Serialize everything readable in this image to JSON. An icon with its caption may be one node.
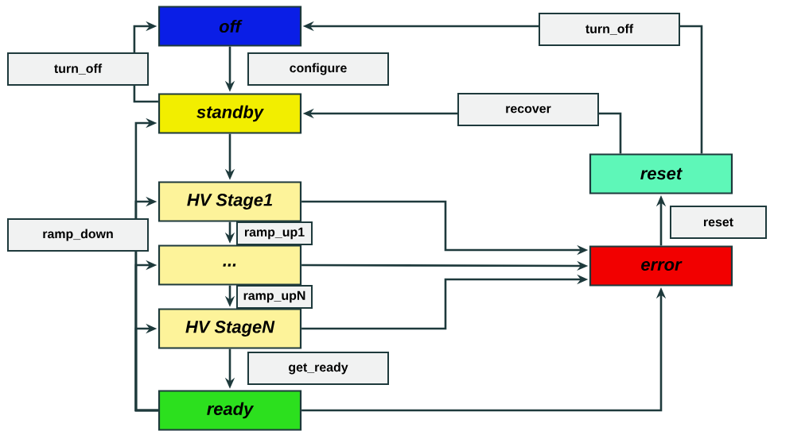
{
  "diagram": {
    "nodes": [
      {
        "text": [
          "off"
        ]
      },
      {
        "text": [
          "standby"
        ]
      },
      {
        "text": [
          "HV Stage1"
        ]
      },
      {
        "text": [
          "..."
        ]
      },
      {
        "text": [
          "HV StageN"
        ]
      },
      {
        "text": [
          "ready"
        ]
      },
      {
        "text": [
          "error"
        ]
      },
      {
        "text": [
          "reset"
        ]
      }
    ],
    "edges": [
      {
        "from": 0,
        "to": 1,
        "arrow": "to",
        "label": "configure"
      },
      {
        "from": 1,
        "to": 2,
        "arrow": "to"
      },
      {
        "from": 2,
        "to": 3,
        "arrow": "to",
        "label": "ramp_up1"
      },
      {
        "from": 3,
        "to": 4,
        "arrow": "to",
        "label": "ramp_upN"
      },
      {
        "from": 4,
        "to": 5,
        "arrow": "to",
        "label": "get_ready"
      },
      {
        "from": 1,
        "to": 0,
        "arrow": "to",
        "label": "turn_off"
      },
      {
        "from": 5,
        "to": 1,
        "arrow": "to",
        "label": "ramp_down"
      },
      {
        "from": 5,
        "to": 2,
        "arrow": "to"
      },
      {
        "from": 5,
        "to": 3,
        "arrow": "to"
      },
      {
        "from": 5,
        "to": 4,
        "arrow": "to"
      },
      {
        "from": 2,
        "to": 6,
        "arrow": "to"
      },
      {
        "from": 3,
        "to": 6,
        "arrow": "to"
      },
      {
        "from": 4,
        "to": 6,
        "arrow": "to"
      },
      {
        "from": 5,
        "to": 6,
        "arrow": "to"
      },
      {
        "from": 6,
        "to": 7,
        "arrow": "to",
        "label": "reset"
      },
      {
        "from": 7,
        "to": 1,
        "arrow": "to",
        "label": "recover"
      },
      {
        "from": 7,
        "to": 0,
        "arrow": "to",
        "label": "turn_off"
      }
    ]
  }
}
